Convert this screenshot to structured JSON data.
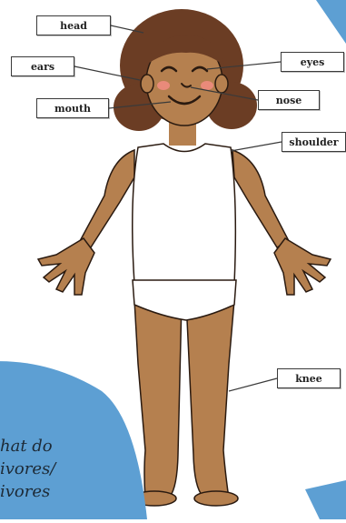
{
  "labels": {
    "head": "head",
    "ears": "ears",
    "mouth": "mouth",
    "eyes": "eyes",
    "nose": "nose",
    "shoulder": "shoulder",
    "knee": "knee"
  },
  "bubble": {
    "line1": "hat do",
    "line2": "ivores/",
    "line3": "ivores"
  },
  "colors": {
    "skin": "#b5804f",
    "skin_shadow": "#93613a",
    "hair": "#6b3d24",
    "bubble": "#5d9fd3",
    "outline": "#2a1a10",
    "cheek": "#e98a7a"
  }
}
